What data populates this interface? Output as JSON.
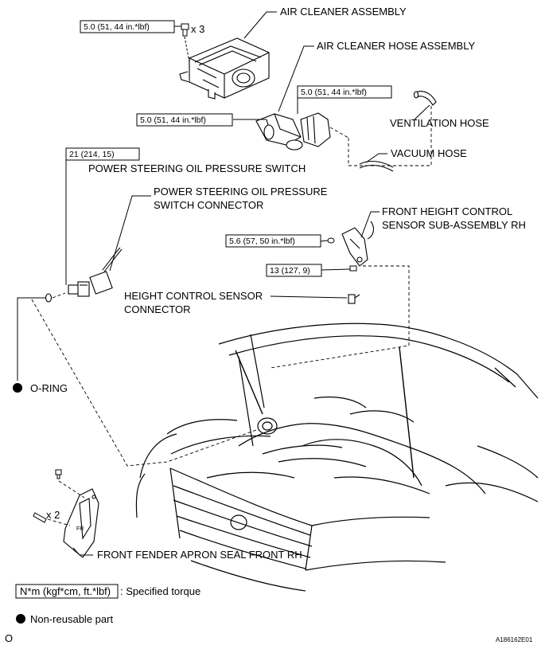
{
  "labels": {
    "air_cleaner_assembly": "AIR CLEANER ASSEMBLY",
    "air_cleaner_hose_assembly": "AIR CLEANER HOSE ASSEMBLY",
    "ventilation_hose": "VENTILATION HOSE",
    "vacuum_hose": "VACUUM HOSE",
    "ps_switch": "POWER STEERING OIL PRESSURE SWITCH",
    "ps_connector_line1": "POWER STEERING OIL PRESSURE",
    "ps_connector_line2": "SWITCH CONNECTOR",
    "height_sensor_line1": "FRONT HEIGHT CONTROL",
    "height_sensor_line2": "SENSOR SUB-ASSEMBLY RH",
    "height_connector_line1": "HEIGHT CONTROL SENSOR",
    "height_connector_line2": "CONNECTOR",
    "o_ring": "O-RING",
    "fender_seal": "FRONT FENDER APRON SEAL FRONT RH",
    "qty_x3": "x 3",
    "qty_x2": "x 2",
    "fr_mark": "FR"
  },
  "torques": {
    "air_cleaner_bolt": "5.0 (51, 44 in.*lbf)",
    "hose_clamp_right": "5.0 (51, 44 in.*lbf)",
    "hose_clamp_left": "5.0 (51, 44 in.*lbf)",
    "ps_switch": "21 (214, 15)",
    "sensor_nut": "5.6 (57, 50 in.*lbf)",
    "sensor_bolt": "13 (127, 9)"
  },
  "legend": {
    "torque_unit": "N*m (kgf*cm, ft.*lbf)",
    "torque_desc": ": Specified torque",
    "nonreusable_desc": "Non-reusable part"
  },
  "footer": {
    "left_mark": "O",
    "figure_id": "A186162E01"
  }
}
